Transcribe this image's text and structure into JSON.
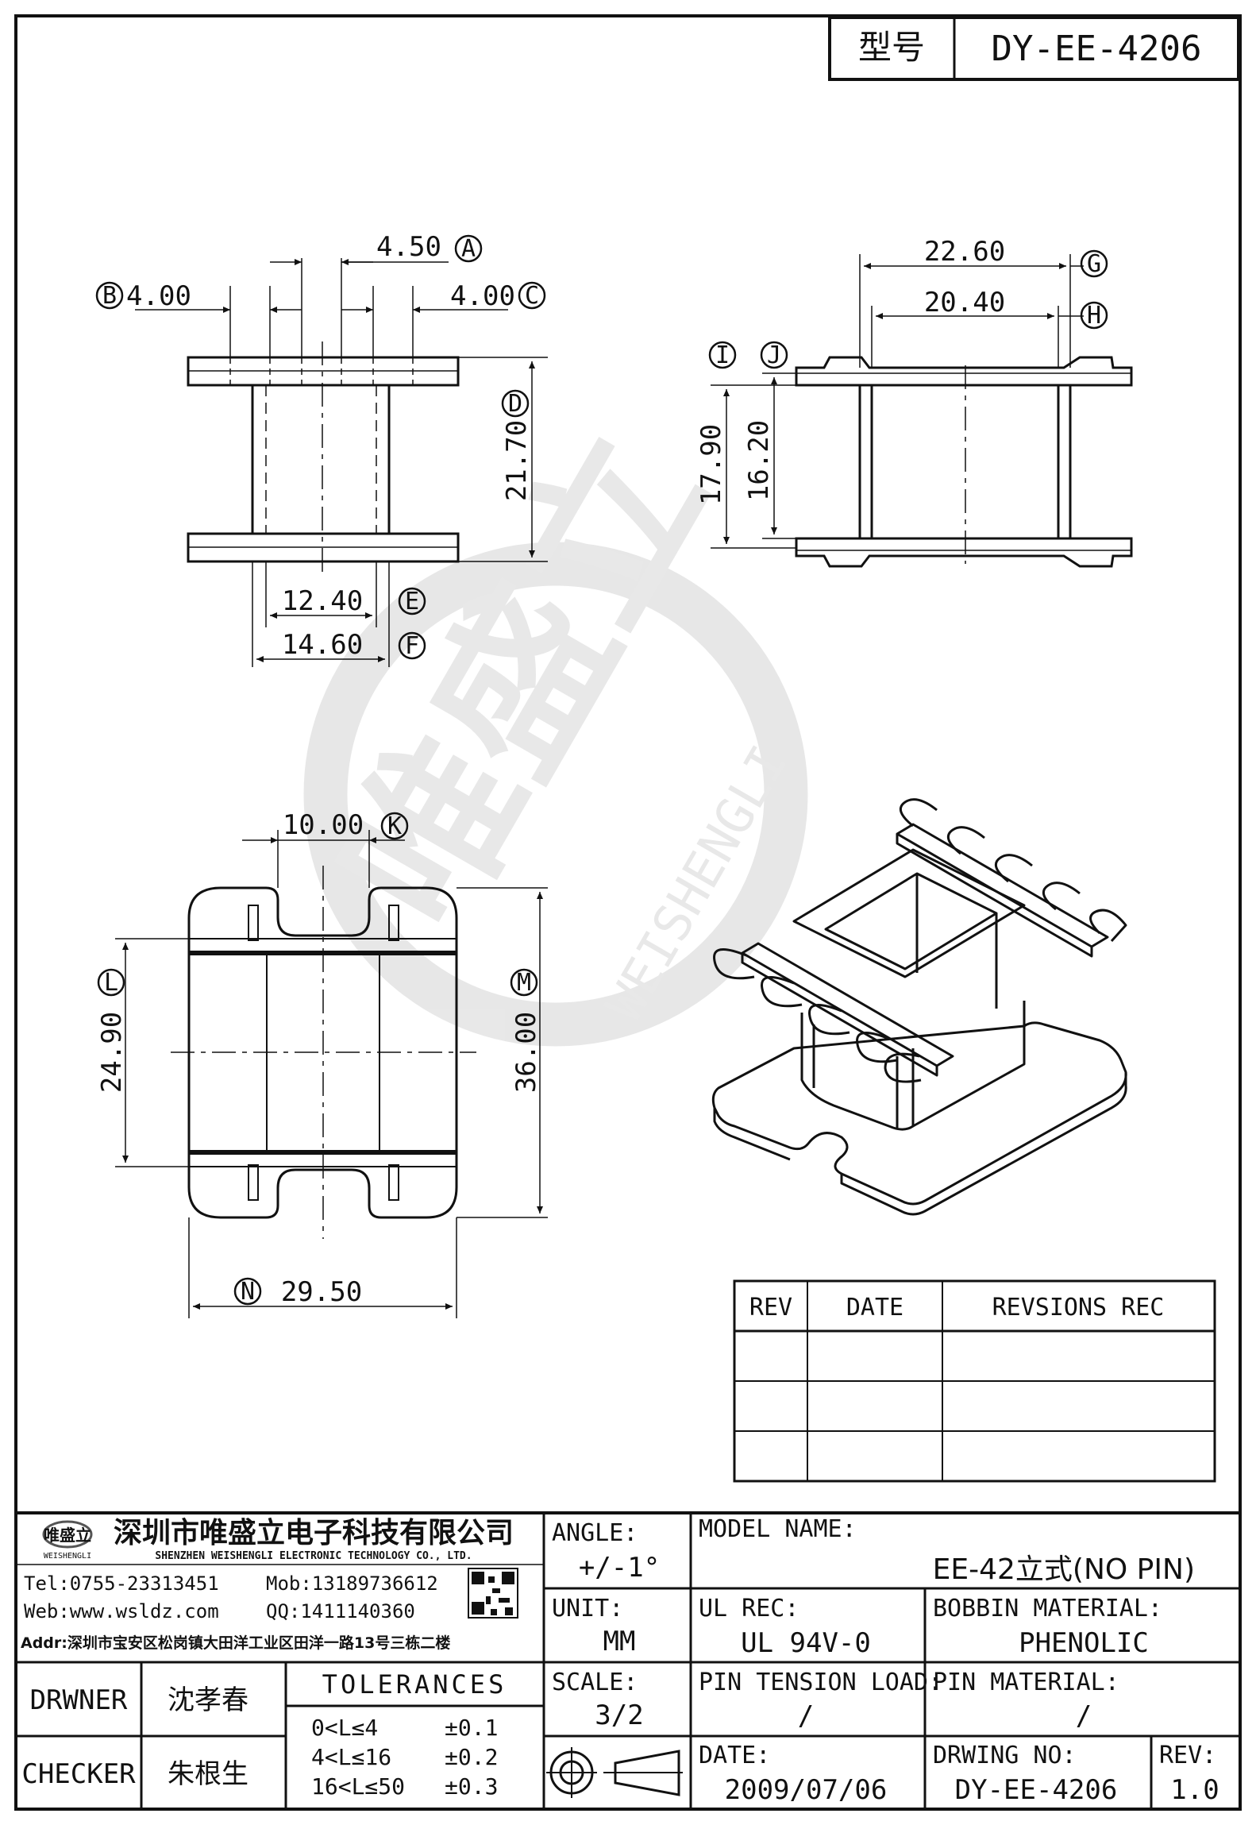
{
  "header": {
    "model_label": "型号",
    "model_value": "DY-EE-4206"
  },
  "dimensions": {
    "A": {
      "value": "4.50",
      "letter": "A"
    },
    "B": {
      "value": "4.00",
      "letter": "B"
    },
    "C": {
      "value": "4.00",
      "letter": "C"
    },
    "D": {
      "value": "21.70",
      "letter": "D"
    },
    "E": {
      "value": "12.40",
      "letter": "E"
    },
    "F": {
      "value": "14.60",
      "letter": "F"
    },
    "G": {
      "value": "22.60",
      "letter": "G"
    },
    "H": {
      "value": "20.40",
      "letter": "H"
    },
    "I": {
      "value": "17.90",
      "letter": "I"
    },
    "J": {
      "value": "16.20",
      "letter": "J"
    },
    "K": {
      "value": "10.00",
      "letter": "K"
    },
    "L": {
      "value": "24.90",
      "letter": "L"
    },
    "M": {
      "value": "36.00",
      "letter": "M"
    },
    "N": {
      "value": "29.50",
      "letter": "N"
    }
  },
  "watermark": {
    "brand_cn": "唯盛立",
    "brand_en": "WEISHENGLI"
  },
  "revisions": {
    "headers": [
      "REV",
      "DATE",
      "REVSIONS REC"
    ],
    "rows": [
      [
        "",
        "",
        ""
      ],
      [
        "",
        "",
        ""
      ],
      [
        "",
        "",
        ""
      ]
    ]
  },
  "company": {
    "logo_cn": "唯盛立",
    "logo_en": "WEISHENGLI",
    "name_cn": "深圳市唯盛立电子科技有限公司",
    "name_en": "SHENZHEN WEISHENGLI ELECTRONIC TECHNOLOGY CO., LTD.",
    "tel": "Tel:0755-23313451",
    "mob": "Mob:13189736612",
    "web": "Web:www.wsldz.com",
    "qq": "QQ:1411140360",
    "addr": "Addr:深圳市宝安区松岗镇大田洋工业区田洋一路13号三栋二楼"
  },
  "people": {
    "drawer_label": "DRWNER",
    "drawer_name": "沈孝春",
    "checker_label": "CHECKER",
    "checker_name": "朱根生"
  },
  "tolerances": {
    "title": "TOLERANCES",
    "rows": [
      {
        "range": "0<L≤4",
        "tol": "±0.1"
      },
      {
        "range": "4<L≤16",
        "tol": "±0.2"
      },
      {
        "range": "16<L≤50",
        "tol": "±0.3"
      }
    ]
  },
  "title_block": {
    "angle_label": "ANGLE:",
    "angle_value": "+/-1°",
    "unit_label": "UNIT:",
    "unit_value": "MM",
    "scale_label": "SCALE:",
    "scale_value": "3/2",
    "model_name_label": "MODEL NAME:",
    "model_name_value": "EE-42立式(NO PIN)",
    "ul_label": "UL REC:",
    "ul_value": "UL 94V-0",
    "bobbin_label": "BOBBIN MATERIAL:",
    "bobbin_value": "PHENOLIC",
    "pin_tension_label": "PIN TENSION LOAD:",
    "pin_tension_value": "/",
    "pin_material_label": "PIN MATERIAL:",
    "pin_material_value": "/",
    "date_label": "DATE:",
    "date_value": "2009/07/06",
    "drawing_no_label": "DRWING NO:",
    "drawing_no_value": "DY-EE-4206",
    "rev_label": "REV:",
    "rev_value": "1.0"
  }
}
